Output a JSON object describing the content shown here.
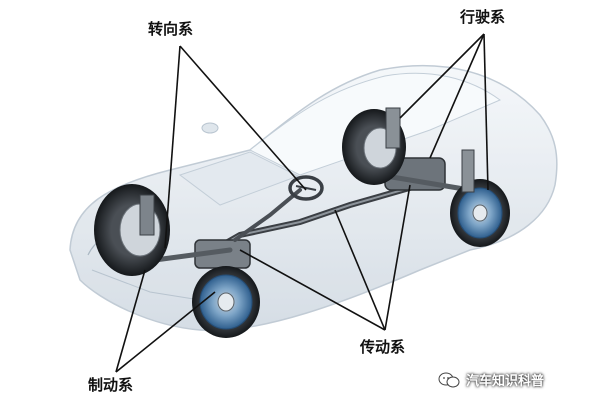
{
  "labels": {
    "steering": "转向系",
    "running": "行驶系",
    "transmission": "传动系",
    "braking": "制动系"
  },
  "watermark": {
    "text": "汽车知识科普"
  },
  "colors": {
    "line": "#111111",
    "brake_disc": "#3a6fa0",
    "body": "#e9eef3"
  }
}
